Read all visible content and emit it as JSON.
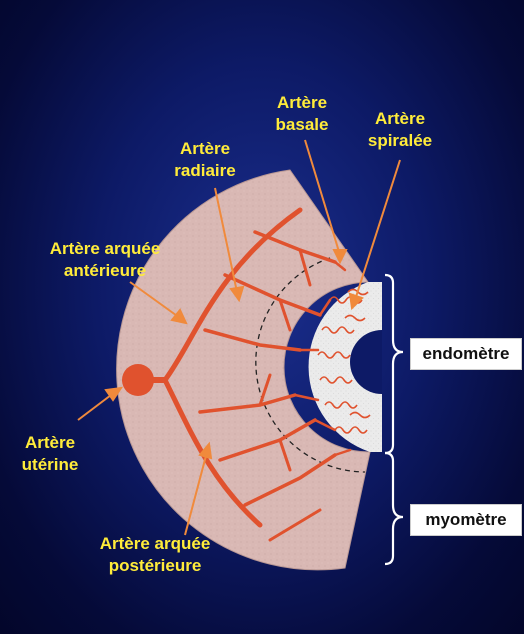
{
  "labels": {
    "artere_basale": "Artère\nbasale",
    "artere_spiralee": "Artère\nspiralée",
    "artere_radiaire": "Artère\nradiaire",
    "artere_arquee_anterieure": "Artère arquée\nantérieure",
    "artere_uterine": "Artère\nutérine",
    "artere_arquee_posterieure": "Artère arquée\npostérieure",
    "endometre": "endomètre",
    "myometre": "myomètre"
  },
  "colors": {
    "background": "#0d1a66",
    "label_text": "#ffec3a",
    "artery": "#e0522e",
    "tissue": "#d7b4b0",
    "endometrium": "#e8e8e8",
    "box_fill": "#ffffff"
  }
}
